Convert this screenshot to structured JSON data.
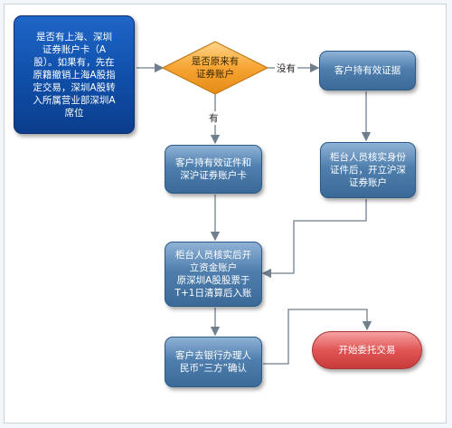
{
  "nodes": {
    "start": "是否有上海、深圳\n证券账户卡（A\n股）。如果有，先在\n原籍撤销上海A股指\n定交易，深圳A股转\n入所属营业部深圳A\n席位",
    "decision": "是否原来有\n证券账户",
    "valid_id": "客户持有效证据",
    "hold_cards": "客户持有效证件和\n深沪证券账户卡",
    "open_account": "柜台人员核实身份\n证件后，开立沪深\n证券账户",
    "fund_account": "柜台人员核实后开\n立资金账户\n原深圳A股股票于\nT+1日清算后入账",
    "bank": "客户去银行办理人\n民币“三方”确认",
    "end": "开始委托交易"
  },
  "edges": {
    "no_label": "没有",
    "yes_label": "有"
  },
  "colors": {
    "node_fill": "#4f7fae",
    "start_fill": "#0f4ea8",
    "decision_fill": "#f7a432",
    "end_fill": "#e05555",
    "arrow": "#6f7f8e"
  }
}
